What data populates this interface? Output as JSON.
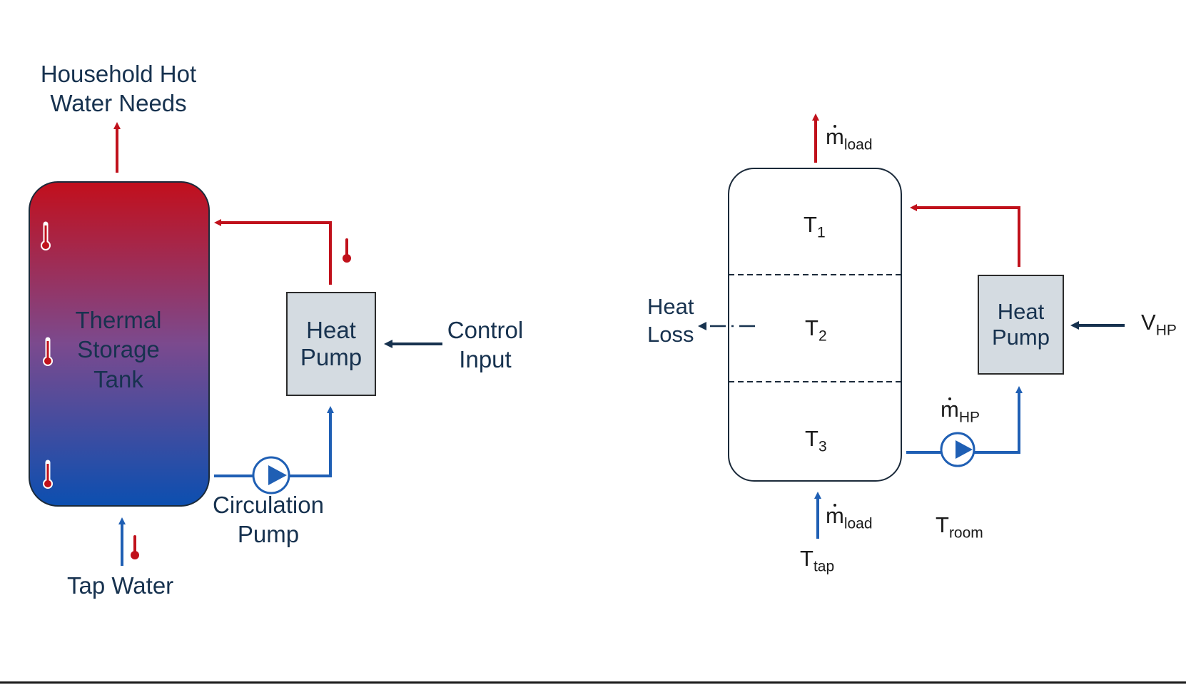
{
  "left": {
    "hot_water_label": [
      "Household Hot",
      "Water Needs"
    ],
    "tank_label": [
      "Thermal",
      "Storage",
      "Tank"
    ],
    "heat_pump_label": [
      "Heat",
      "Pump"
    ],
    "control_input_label": [
      "Control",
      "Input"
    ],
    "circulation_pump_label": [
      "Circulation",
      "Pump"
    ],
    "tap_water_label": "Tap Water"
  },
  "right": {
    "m_load_top": {
      "base": "m",
      "sub": "load"
    },
    "t1": {
      "base": "T",
      "sub": "1"
    },
    "t2": {
      "base": "T",
      "sub": "2"
    },
    "t3": {
      "base": "T",
      "sub": "3"
    },
    "heat_loss_label": [
      "Heat",
      "Loss"
    ],
    "heat_pump_label": [
      "Heat",
      "Pump"
    ],
    "v_hp": {
      "base": "V",
      "sub": "HP"
    },
    "m_hp": {
      "base": "m",
      "sub": "HP"
    },
    "m_load_bottom": {
      "base": "m",
      "sub": "load"
    },
    "t_tap": {
      "base": "T",
      "sub": "tap"
    },
    "t_room": {
      "base": "T",
      "sub": "room"
    }
  },
  "colors": {
    "hot": "#c0111b",
    "cold": "#1f5fb4",
    "tank_top": "#c20f1c",
    "tank_mid": "#7b4a8e",
    "tank_bottom": "#0c4fb0",
    "box_fill": "#d4dbe1",
    "ink": "#17324f"
  }
}
